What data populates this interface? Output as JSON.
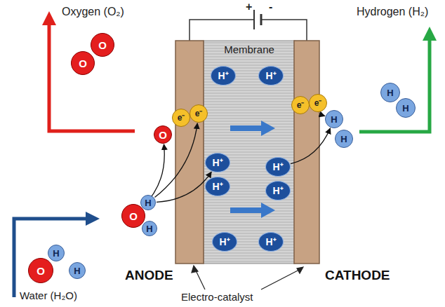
{
  "diagram": {
    "nodes": [
      {
        "text": [
          "ANODE"
        ]
      },
      {
        "text": [
          "Membrane"
        ]
      },
      {
        "text": [
          "CATHODE"
        ]
      },
      {
        "text": [
          "H⁺"
        ],
        "in": 1
      },
      {
        "text": [
          "H⁺"
        ],
        "in": 1
      },
      {
        "text": [
          "H⁺"
        ],
        "in": 1
      },
      {
        "text": [
          "H⁺"
        ],
        "in": 1
      },
      {
        "text": [
          "H⁺"
        ],
        "in": 1
      },
      {
        "text": [
          "H⁺"
        ],
        "in": 1
      },
      {
        "text": [
          "H⁺"
        ],
        "in": 1
      },
      {
        "text": [
          "H⁺"
        ],
        "in": 1
      },
      {
        "text": [
          "O"
        ]
      },
      {
        "text": [
          "O"
        ]
      },
      {
        "text": [
          "H"
        ]
      },
      {
        "text": [
          "H"
        ]
      },
      {
        "text": [
          "e⁻"
        ]
      },
      {
        "text": [
          "e⁻"
        ]
      },
      {
        "text": [
          "e⁻"
        ]
      },
      {
        "text": [
          "e⁻"
        ]
      },
      {
        "text": [
          "O"
        ]
      },
      {
        "text": [
          "H"
        ]
      },
      {
        "text": [
          "H"
        ]
      },
      {
        "text": [
          "O"
        ]
      },
      {
        "text": [
          "H"
        ]
      },
      {
        "text": [
          "H"
        ]
      },
      {
        "text": [
          "O"
        ]
      },
      {
        "text": [
          "H"
        ]
      },
      {
        "text": [
          "H"
        ]
      }
    ],
    "edges": [
      {
        "from": 22,
        "to": 19,
        "arrow": "to"
      },
      {
        "from": 23,
        "to": 16,
        "arrow": "to"
      },
      {
        "from": 23,
        "to": 5,
        "arrow": "to"
      },
      {
        "from": 7,
        "to": 20,
        "arrow": "to"
      },
      {
        "from": 18,
        "to": 20,
        "arrow": "to"
      }
    ],
    "labels": [
      "Oxygen (O₂)",
      "Hydrogen (H₂)",
      "+",
      "-",
      "Water (H₂O)",
      "Electro-catalyst"
    ]
  }
}
